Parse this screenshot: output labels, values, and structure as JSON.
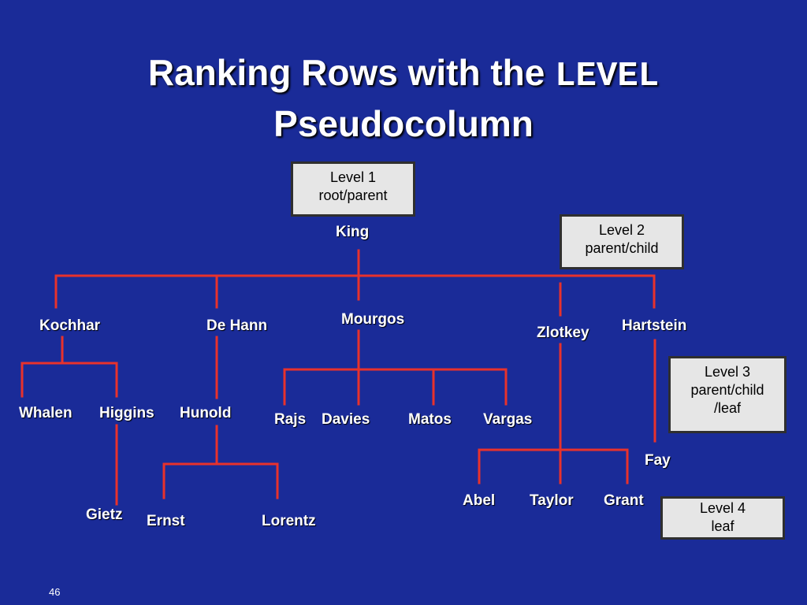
{
  "title": {
    "part1": "Ranking Rows with the ",
    "code": "LEVEL",
    "part2": "Pseudocolumn"
  },
  "nodes": {
    "king": "King",
    "kochhar": "Kochhar",
    "dehann": "De Hann",
    "mourgos": "Mourgos",
    "zlotkey": "Zlotkey",
    "hartstein": "Hartstein",
    "whalen": "Whalen",
    "higgins": "Higgins",
    "hunold": "Hunold",
    "rajs": "Rajs",
    "davies": "Davies",
    "matos": "Matos",
    "vargas": "Vargas",
    "fay": "Fay",
    "gietz": "Gietz",
    "ernst": "Ernst",
    "lorentz": "Lorentz",
    "abel": "Abel",
    "taylor": "Taylor",
    "grant": "Grant"
  },
  "levels": {
    "l1": {
      "line1": "Level 1",
      "line2": "root/parent"
    },
    "l2": {
      "line1": "Level 2",
      "line2": "parent/child"
    },
    "l3": {
      "line1": "Level 3",
      "line2": "parent/child",
      "line3": "/leaf"
    },
    "l4": {
      "line1": "Level 4",
      "line2": "leaf"
    }
  },
  "colors": {
    "background": "#1a2b98",
    "connector": "#e8322c",
    "label_box": "#e6e6e6"
  },
  "page_number": "46"
}
